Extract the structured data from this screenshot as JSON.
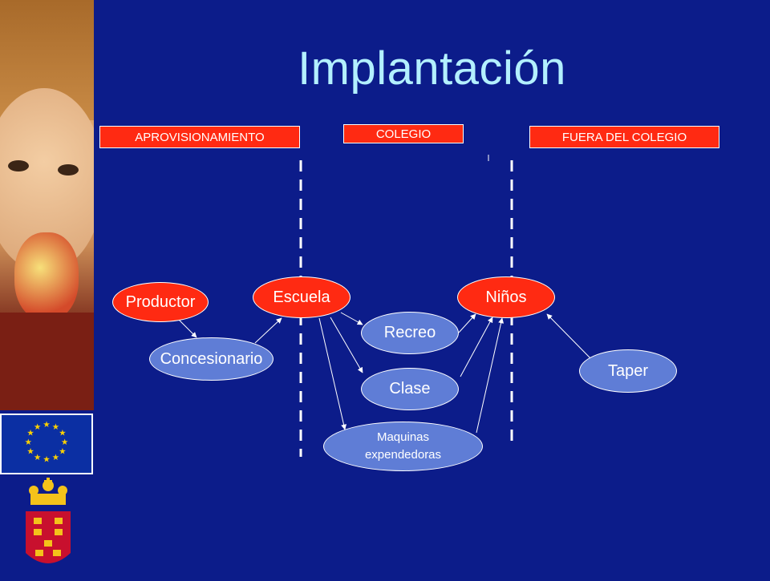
{
  "title": "Implantación",
  "sections": {
    "aprovisionamiento": "APROVISIONAMIENTO",
    "colegio": "COLEGIO",
    "fuera": "FUERA DEL COLEGIO"
  },
  "nodes": {
    "productor": "Productor",
    "concesionario": "Concesionario",
    "escuela": "Escuela",
    "recreo": "Recreo",
    "clase": "Clase",
    "maquinas_line1": "Maquinas",
    "maquinas_line2": "expendedoras",
    "ninos": "Niños",
    "taper": "Taper"
  },
  "colors": {
    "background": "#0c1c8a",
    "title": "#b3f0ff",
    "red_node": "#ff2a12",
    "blue_node": "#5f7dd6"
  }
}
